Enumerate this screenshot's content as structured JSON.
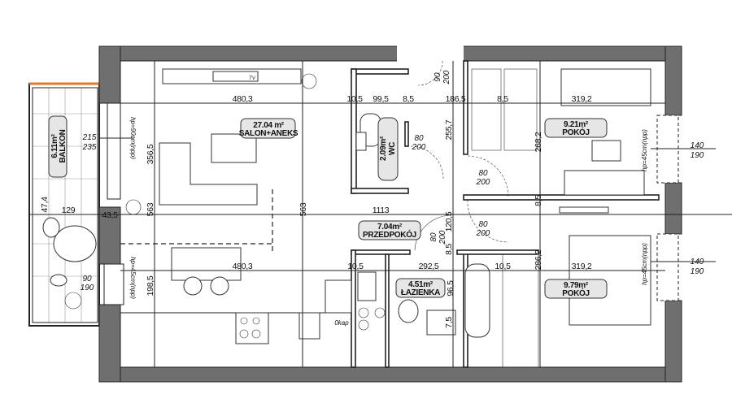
{
  "rooms": {
    "salon": {
      "area": "27.04 m²",
      "name": "SALON+ANEKS"
    },
    "balkon": {
      "area": "6.11m²",
      "name": "BALKON"
    },
    "wc": {
      "area": "2.09m²",
      "name": "WC"
    },
    "pokoj1": {
      "area": "9.21m²",
      "name": "POKÓJ"
    },
    "przedpokoj": {
      "area": "7.04m²",
      "name": "PRZEDPOKÓJ"
    },
    "lazienka": {
      "area": "4.51m²",
      "name": "ŁAZIENKA"
    },
    "pokoj2": {
      "area": "9.79m²",
      "name": "POKÓJ"
    }
  },
  "dims_top": [
    "480,3",
    "10,5",
    "99,5",
    "8,5",
    "186,5",
    "8,5",
    "319,2"
  ],
  "dims_mid": [
    "480,3",
    "10,5",
    "292,5",
    "10,5",
    "319,2"
  ],
  "dims_other": {
    "hall": "1113",
    "balc_w": "129",
    "wall": "43,5",
    "balc_h": "47,4"
  },
  "dims_vert": [
    "356,5",
    "563",
    "563",
    "198,5",
    "255,7",
    "268,2",
    "8,5",
    "286,2",
    "120,5",
    "8,5",
    "96,5",
    "7,5"
  ],
  "doors": {
    "balcony_door": [
      "215",
      "235"
    ],
    "balcony_window": [
      "90",
      "190"
    ],
    "wc": [
      "80",
      "200"
    ],
    "pokoj1": [
      "80",
      "200"
    ],
    "pokoj2": [
      "80",
      "200"
    ],
    "lazienka": [
      "80",
      "200"
    ],
    "entrance": [
      "90",
      "200"
    ],
    "window1": [
      "140",
      "190"
    ],
    "window2": [
      "140",
      "190"
    ]
  },
  "sill": {
    "hp90": "hp=90cm(npp)",
    "hp45": "hp=45cm(npp)"
  },
  "misc": {
    "kap": "0kap",
    "tv": "TV"
  }
}
